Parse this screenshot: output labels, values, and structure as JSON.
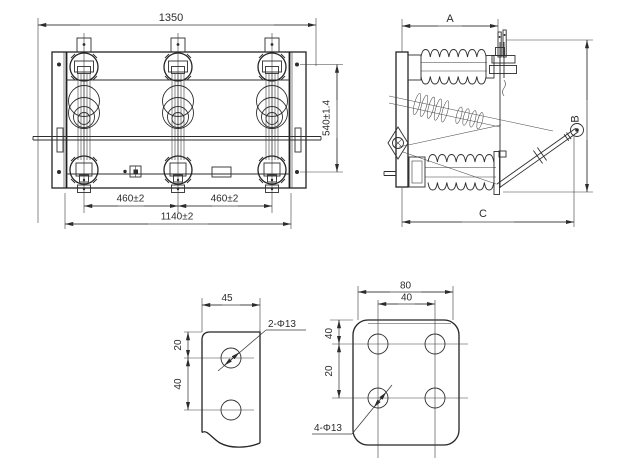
{
  "drawing_title": "three-pole-switch-outline-and-mounting-drawing",
  "colors": {
    "line": "#2c2c2c",
    "background": "#ffffff"
  },
  "front_view": {
    "dim_overall_width": "1350",
    "dim_height": "540±1.4",
    "dim_pole_spacing_left": "460±2",
    "dim_pole_spacing_right": "460±2",
    "dim_mounting_width": "1140±2"
  },
  "side_view": {
    "dim_depth_top": "A",
    "dim_height_right": "B",
    "dim_depth_bottom": "C"
  },
  "detail_two_hole": {
    "dim_width": "45",
    "dim_edge_to_hole": "20",
    "dim_hole_spacing": "40",
    "holes_label": "2-Φ13"
  },
  "detail_four_hole": {
    "dim_width": "80",
    "dim_hole_spacing_h": "40",
    "dim_edge_to_hole": "40",
    "dim_hole_spacing_v": "20",
    "holes_label": "4-Φ13"
  }
}
